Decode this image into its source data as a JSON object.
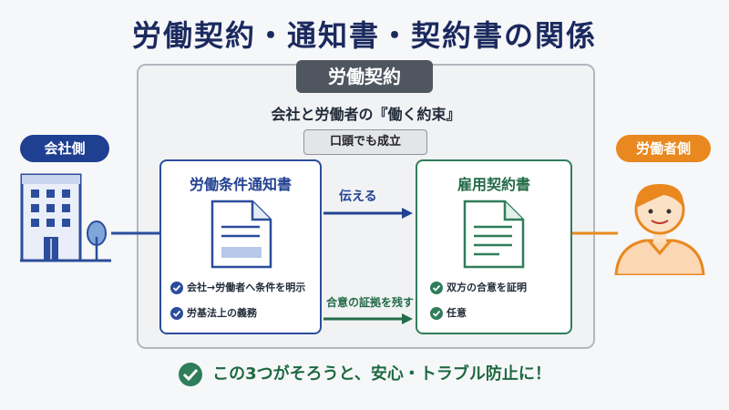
{
  "title": "労働契約・通知書・契約書の関係",
  "contract": {
    "label": "労働契約",
    "promise": "会社と労働者の『働く約束』",
    "verbal": "口頭でも成立"
  },
  "company": {
    "label": "会社側"
  },
  "worker": {
    "label": "労働者側"
  },
  "notice_card": {
    "title": "労働条件通知書",
    "items": [
      "会社→労働者へ条件を明示",
      "労基法上の義務"
    ]
  },
  "employment_card": {
    "title": "雇用契約書",
    "items": [
      "双方の合意を証明",
      "任意"
    ]
  },
  "arrows": {
    "convey": "伝える",
    "evidence": "合意の証拠を残す"
  },
  "footer": {
    "text": "この3つがそろうと、安心・トラブル防止に！"
  },
  "colors": {
    "navy": "#1f3f91",
    "green": "#2f7d5a",
    "orange": "#e8881f",
    "gray": "#4f565f"
  }
}
